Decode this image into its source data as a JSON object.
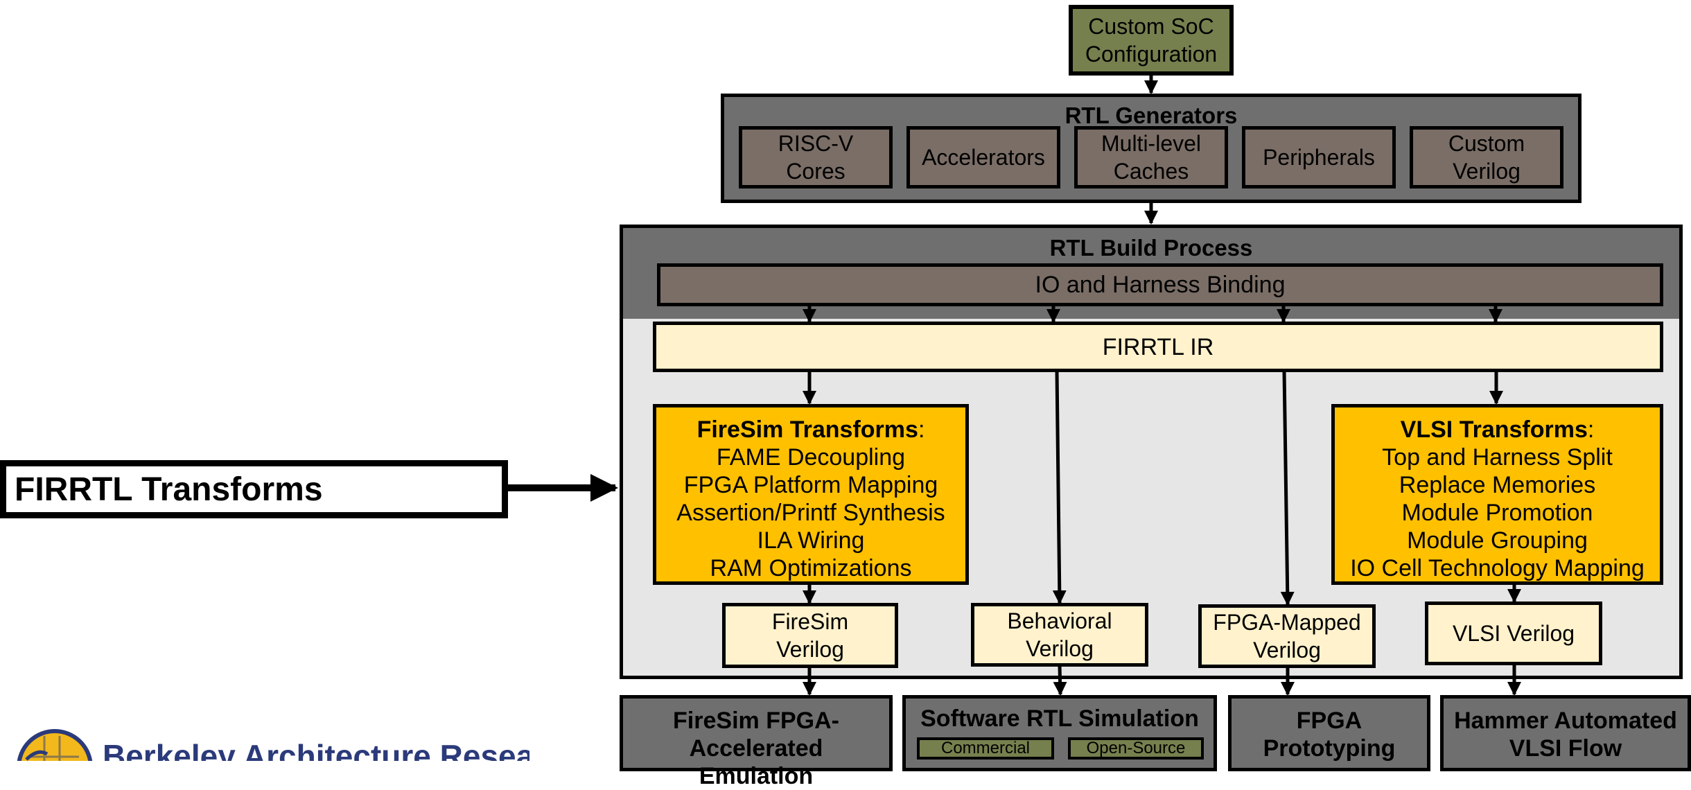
{
  "soc_config": "Custom SoC Configuration",
  "rtl_generators": {
    "title": "RTL Generators",
    "items": [
      "RISC-V Cores",
      "Accelerators",
      "Multi-level Caches",
      "Peripherals",
      "Custom Verilog"
    ]
  },
  "build_process": {
    "title": "RTL Build Process",
    "io_binding": "IO and Harness Binding",
    "firrtl_ir": "FIRRTL IR"
  },
  "firesim_transforms": {
    "title": "FireSim Transforms",
    "colon": ":",
    "items": [
      "FAME Decoupling",
      "FPGA Platform Mapping",
      "Assertion/Printf Synthesis",
      "ILA Wiring",
      "RAM Optimizations"
    ]
  },
  "vlsi_transforms": {
    "title": "VLSI Transforms",
    "colon": ":",
    "items": [
      "Top and Harness Split",
      "Replace Memories",
      "Module Promotion",
      "Module Grouping",
      "IO Cell Technology Mapping"
    ]
  },
  "verilog_outputs": [
    "FireSim Verilog",
    "Behavioral Verilog",
    "FPGA-Mapped Verilog",
    "VLSI Verilog"
  ],
  "targets": {
    "firesim": "FireSim FPGA-Accelerated Emulation",
    "software_sim": "Software RTL Simulation",
    "commercial": "Commercial",
    "open_source": "Open-Source",
    "fpga": "FPGA Prototyping",
    "hammer": "Hammer Automated VLSI Flow"
  },
  "callout": "FIRRTL Transforms",
  "logo_text": "Berkeley Architecture Research",
  "colors": {
    "dark_gray": "#6f6f6f",
    "brown_gray": "#7a6e66",
    "cream": "#fff2cc",
    "gold": "#ffc000",
    "olive": "#76804e",
    "light_panel": "#e6e6e6",
    "logo_blue": "#2b3a7a",
    "logo_gold": "#f2b81c"
  }
}
